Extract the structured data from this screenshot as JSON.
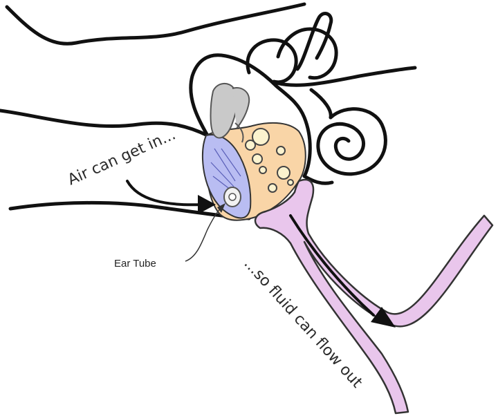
{
  "labels": {
    "air": "Air can get in...",
    "ear_tube": "Ear Tube",
    "fluid": "...so fluid can flow out"
  },
  "colors": {
    "outline": "#111111",
    "middle_ear_fluid": "#f9d5a7",
    "eardrum": "#b9bdf2",
    "eustachian_tube": "#e9c6ec",
    "bubble": "#fbf3cf",
    "ossicles": "#c9c9c9"
  }
}
